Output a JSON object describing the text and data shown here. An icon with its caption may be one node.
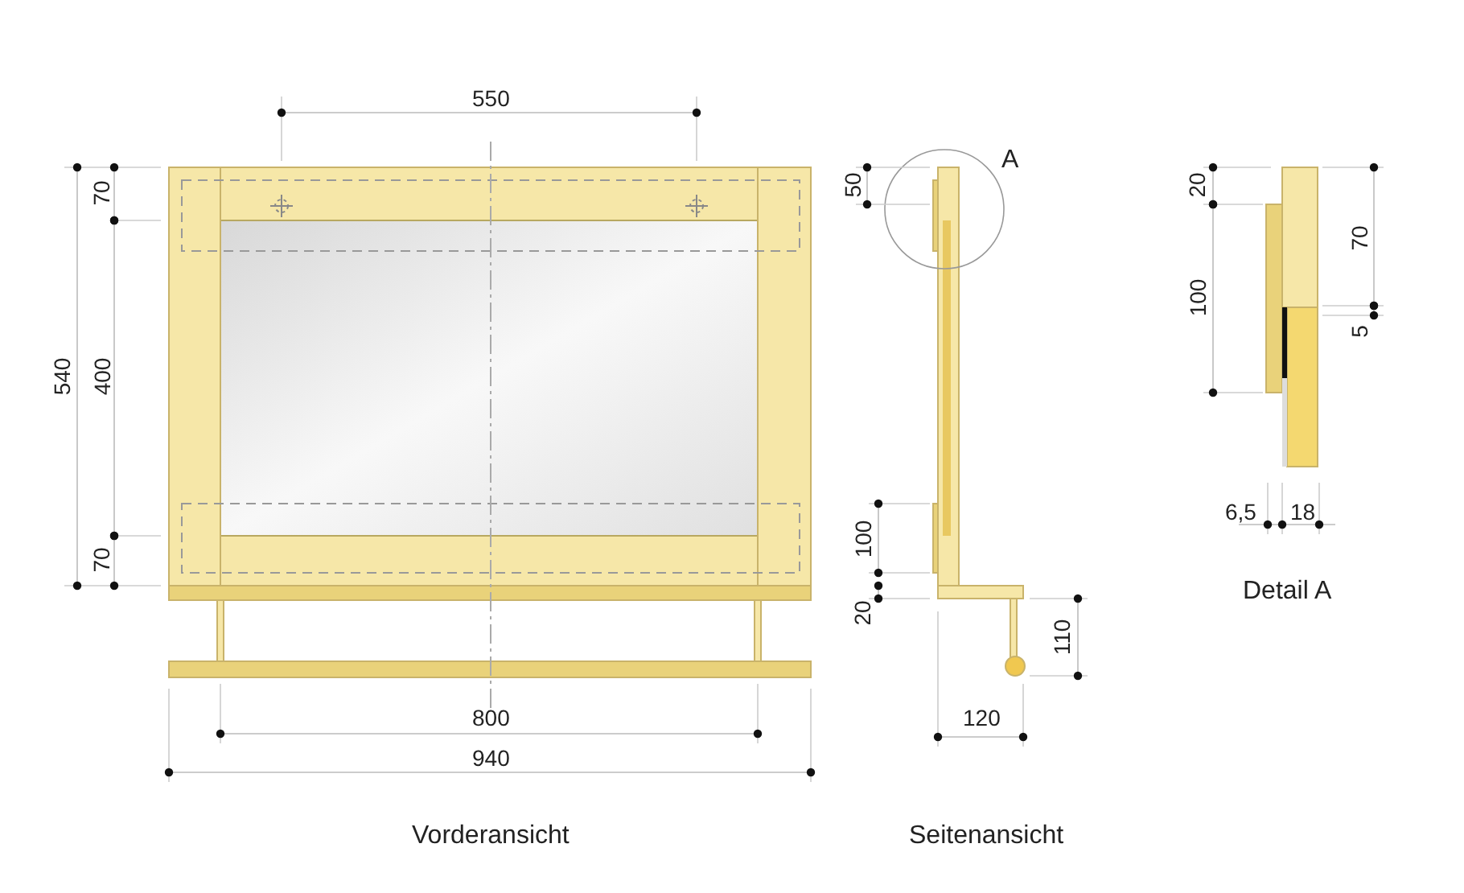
{
  "diagram": {
    "labels": [
      "550",
      "70",
      "540",
      "400",
      "70",
      "800",
      "940",
      "Vorderansicht",
      "50",
      "A",
      "100",
      "20",
      "110",
      "120",
      "Seitenansicht",
      "20",
      "70",
      "100",
      "5",
      "6,5",
      "18",
      "Detail A"
    ]
  }
}
